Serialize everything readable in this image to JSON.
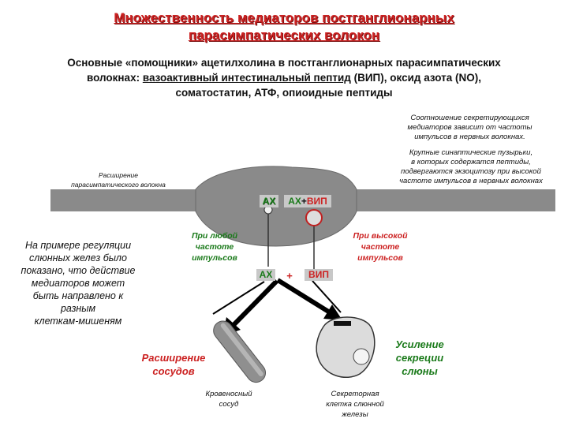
{
  "title": {
    "line1": "Множественность медиаторов постганглионарных",
    "line2": "парасимпатических волокон"
  },
  "intro": {
    "line1": "Основные «помощники» ацетилхолина в постганглионарных парасимпатических",
    "line2_pre": "волокнах: ",
    "line2_underlined": "вазоактивный интестинальный пептид",
    "line2_post": " (ВИП), оксид азота (NO),",
    "line3": "соматостатин, АТФ, опиоидные пептиды"
  },
  "notes": {
    "ratio": [
      "Соотношение секретирующихся",
      "медиаторов зависит от частоты",
      "импульсов в нервных волокнах."
    ],
    "vesicles": [
      "Крупные синаптические пузырьки,",
      "в которых содержатся пептиды,",
      "подвергаются экзоцитозу при высокой",
      "частоте импульсов в нервных волокнах"
    ],
    "expansion": [
      "Расширение",
      "парасимпатического волокна"
    ],
    "left_example": [
      "На примере регуляции",
      "слюнных желез было",
      "показано, что действие",
      "медиаторов может",
      "быть направлено к",
      "разным",
      "клеткам-мишеням"
    ]
  },
  "labels": {
    "ach_top": "АХ",
    "ach_vip_top_ach": "АХ",
    "plus_sign": "+",
    "ach_vip_top_vip": "ВИП",
    "any_freq": [
      "При любой",
      "частоте",
      "импульсов"
    ],
    "high_freq": [
      "При высокой",
      "частоте",
      "импульсов"
    ],
    "ach_mid": "АХ",
    "plus_mid": "+",
    "vip_mid": "ВИП",
    "vasodilation": [
      "Расширение",
      "сосудов"
    ],
    "secretion": [
      "Усиление",
      "секреции",
      "слюны"
    ],
    "vessel": [
      "Кровеносный",
      "сосуд"
    ],
    "secretory_cell": [
      "Секреторная",
      "клетка слюнной",
      "железы"
    ]
  },
  "colors": {
    "title_red": "#cc2222",
    "green": "#1a7a1a",
    "fiber_gray": "#8a8a8a"
  }
}
